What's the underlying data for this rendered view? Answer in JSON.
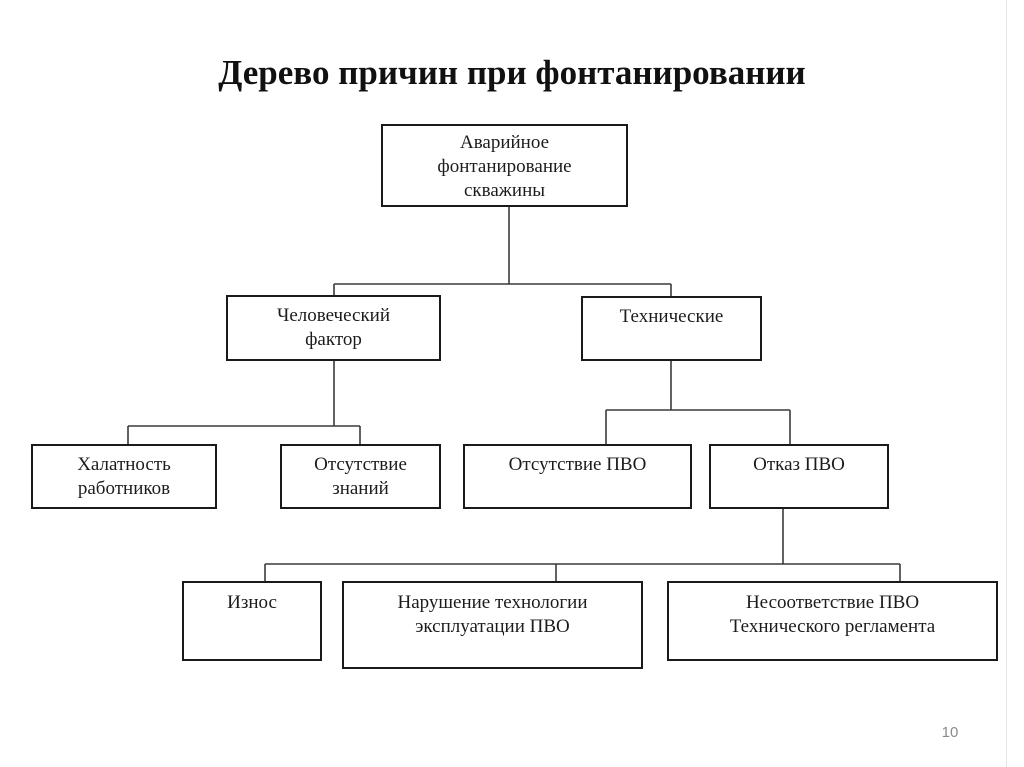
{
  "title": "Дерево причин при фонтанировании",
  "nodes": {
    "root": "Аварийное\nфонтанирование\nскважины",
    "human_factor": "Человеческий\nфактор",
    "technical": "Технические",
    "negligence": "Халатность\nработников",
    "lack_knowledge": "Отсутствие\nзнаний",
    "no_bop": "Отсутствие ПВО",
    "bop_failure": "Отказ ПВО",
    "wear": "Износ",
    "violation": "Нарушение технологии\nэксплуатации ПВО",
    "noncompliance": "Несоответствие ПВО\nТехнического регламента"
  },
  "edges": [
    [
      "root",
      "human_factor"
    ],
    [
      "root",
      "technical"
    ],
    [
      "human_factor",
      "negligence"
    ],
    [
      "human_factor",
      "lack_knowledge"
    ],
    [
      "technical",
      "no_bop"
    ],
    [
      "technical",
      "bop_failure"
    ],
    [
      "bop_failure",
      "wear"
    ],
    [
      "bop_failure",
      "violation"
    ],
    [
      "bop_failure",
      "noncompliance"
    ]
  ],
  "page_number": "10"
}
